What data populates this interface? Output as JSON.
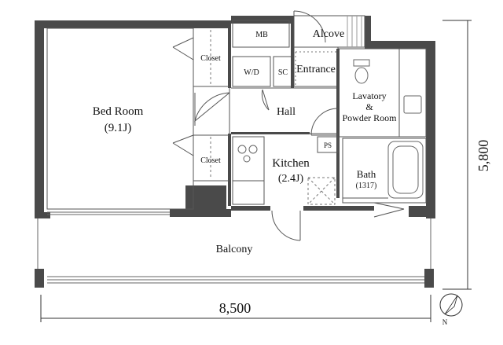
{
  "rooms": {
    "bed_room": "Bed Room",
    "bed_room_size": "(9.1J)",
    "closet_top": "Closet",
    "closet_bottom": "Closet",
    "mb": "MB",
    "alcove": "Alcove",
    "wd": "W/D",
    "sc": "SC",
    "entrance": "Entrance",
    "hall": "Hall",
    "lavatory_line1": "Lavatory",
    "lavatory_line2": "&",
    "lavatory_line3": "Powder Room",
    "ps": "PS",
    "kitchen": "Kitchen",
    "kitchen_size": "(2.4J)",
    "bath": "Bath",
    "bath_size": "(1317)",
    "balcony": "Balcony"
  },
  "dimensions": {
    "width": "8,500",
    "depth": "5,800"
  },
  "compass": {
    "north": "N"
  },
  "colors": {
    "wall": "#4a4a4a",
    "line": "#555555"
  }
}
